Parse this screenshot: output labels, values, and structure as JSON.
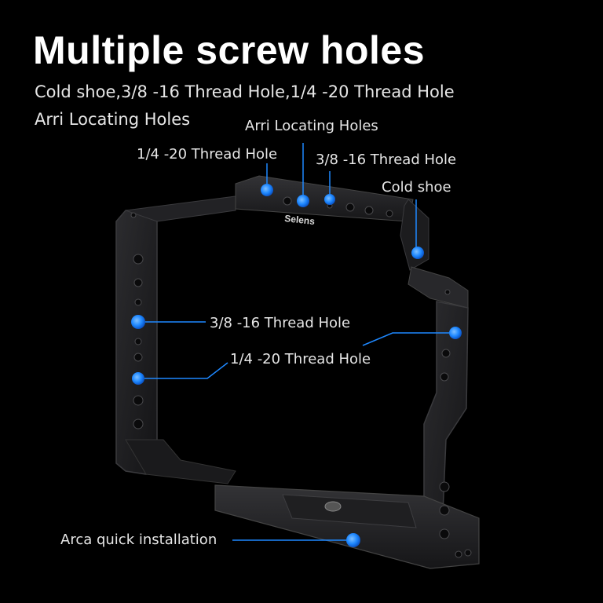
{
  "title": "Multiple screw holes",
  "subtitle_line1": "Cold shoe,3/8 -16 Thread Hole,1/4 -20 Thread Hole",
  "subtitle_line2": "Arri Locating Holes",
  "brand_label": "Selens",
  "callouts": {
    "arri_top": "Arri Locating Holes",
    "quarter_top": "1/4 -20 Thread Hole",
    "threeeighths_top": "3/8 -16 Thread Hole",
    "cold_shoe": "Cold shoe",
    "threeeighths_side": "3/8 -16 Thread Hole",
    "quarter_side": "1/4 -20 Thread Hole",
    "arca": "Arca quick installation"
  },
  "colors": {
    "background": "#000000",
    "accent_blue": "#1e88ff",
    "metal": "#1b1b1d",
    "text": "#e6e6e6"
  }
}
